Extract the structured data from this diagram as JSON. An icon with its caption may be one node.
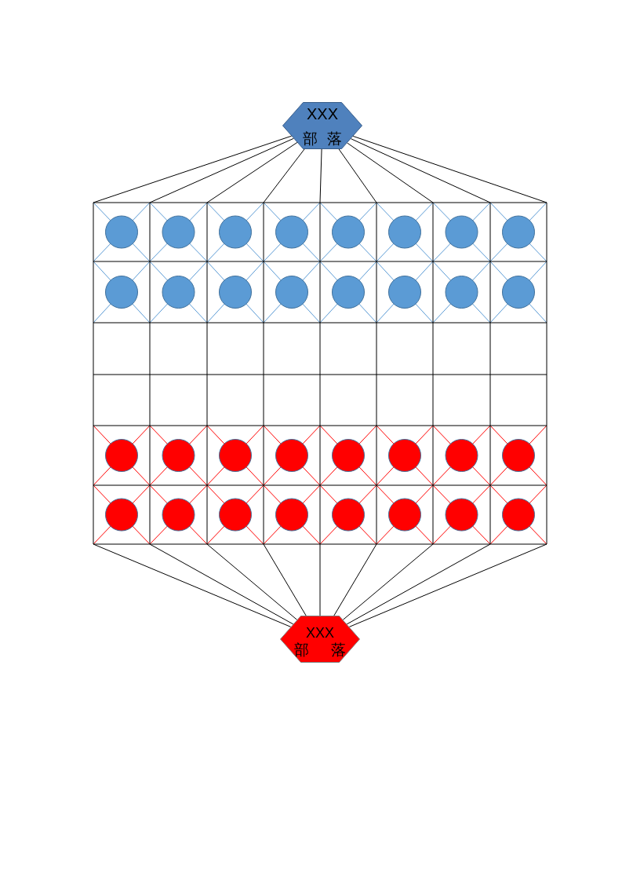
{
  "diagram": {
    "nodes": [
      {
        "text": [
          "XXX",
          "部 落"
        ]
      },
      {
        "text": [],
        "shape": "grid"
      },
      {
        "text": [
          "XXX",
          "部 落"
        ]
      }
    ],
    "edges": [
      {
        "from": 0,
        "to": 1,
        "arrow": "none"
      },
      {
        "from": 0,
        "to": 1,
        "arrow": "none"
      },
      {
        "from": 0,
        "to": 1,
        "arrow": "none"
      },
      {
        "from": 0,
        "to": 1,
        "arrow": "none"
      },
      {
        "from": 0,
        "to": 1,
        "arrow": "none"
      },
      {
        "from": 0,
        "to": 1,
        "arrow": "none"
      },
      {
        "from": 0,
        "to": 1,
        "arrow": "none"
      },
      {
        "from": 0,
        "to": 1,
        "arrow": "none"
      },
      {
        "from": 0,
        "to": 1,
        "arrow": "none"
      },
      {
        "from": 1,
        "to": 2,
        "arrow": "none"
      },
      {
        "from": 1,
        "to": 2,
        "arrow": "none"
      },
      {
        "from": 1,
        "to": 2,
        "arrow": "none"
      },
      {
        "from": 1,
        "to": 2,
        "arrow": "none"
      },
      {
        "from": 1,
        "to": 2,
        "arrow": "none"
      },
      {
        "from": 1,
        "to": 2,
        "arrow": "none"
      },
      {
        "from": 1,
        "to": 2,
        "arrow": "none"
      },
      {
        "from": 1,
        "to": 2,
        "arrow": "none"
      },
      {
        "from": 1,
        "to": 2,
        "arrow": "none"
      }
    ]
  }
}
